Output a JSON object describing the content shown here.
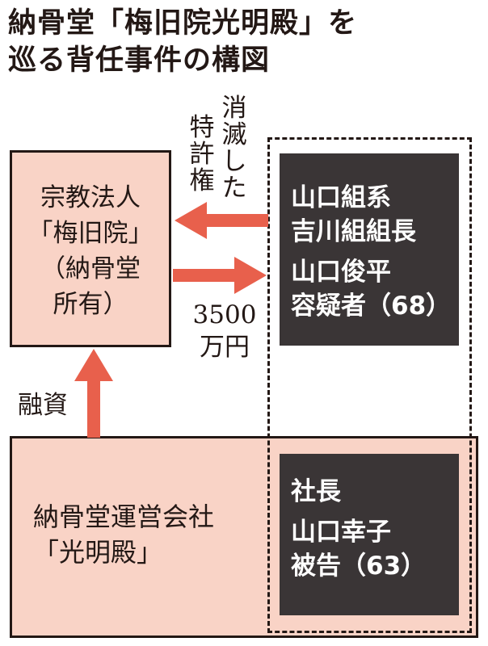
{
  "title": {
    "line1": "納骨堂「梅旧院光明殿」を",
    "line2": "巡る背任事件の構図"
  },
  "religious_corp": {
    "line1": "宗教法人",
    "line2": "「梅旧院」",
    "line3": "（納骨堂",
    "line4": "所有）"
  },
  "operating_company": {
    "line1": "納骨堂運営会社",
    "line2": "「光明殿」"
  },
  "boss": {
    "line1": "山口組系",
    "line2": "吉川組組長",
    "line3": "山口俊平",
    "line4": "容疑者（68）"
  },
  "president": {
    "line1": "社長",
    "line2": "山口幸子",
    "line3": "被告（63）"
  },
  "labels": {
    "patent_col1": "特許権",
    "patent_col2": "消滅した",
    "money_line1": "3500",
    "money_line2": "万円",
    "financing": "融資"
  },
  "colors": {
    "arrow": "#e8604c",
    "pink_box": "#f9d3c6",
    "dark_box": "#3a3536"
  }
}
